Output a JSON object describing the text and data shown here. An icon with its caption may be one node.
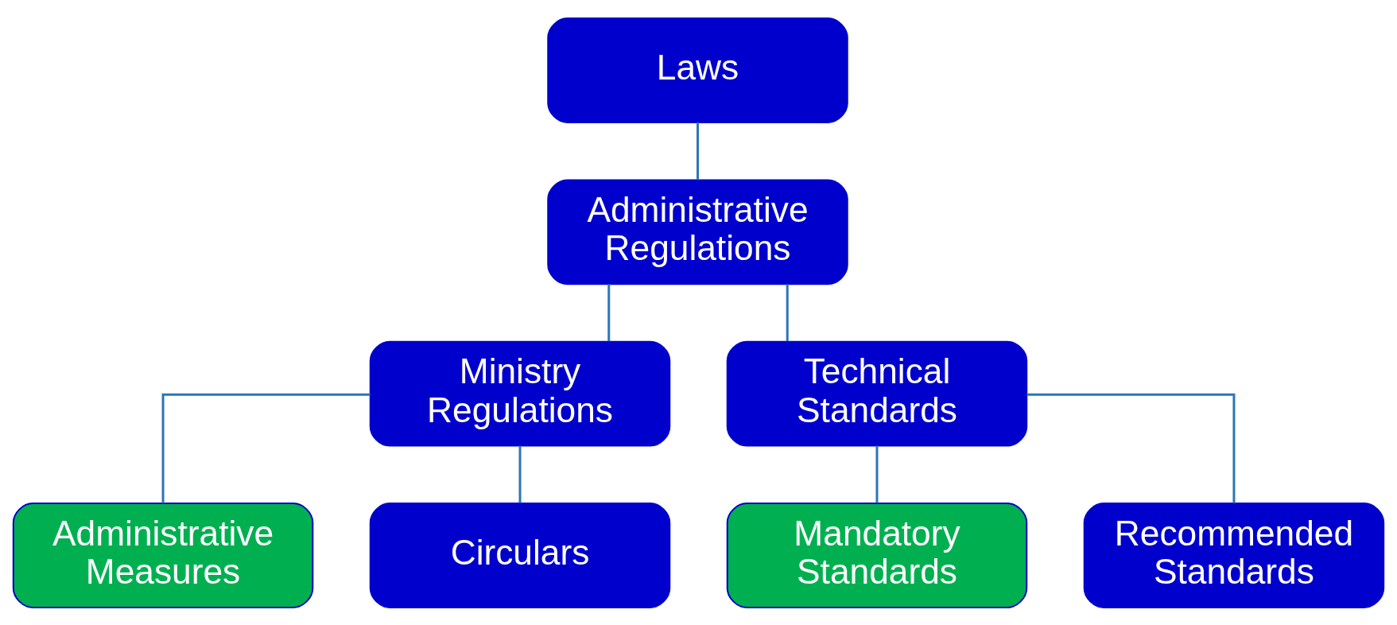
{
  "diagram": {
    "nodes": [
      {
        "text": [
          "Laws"
        ]
      },
      {
        "text": [
          "Administrative Regulations"
        ]
      },
      {
        "text": [
          "Ministry Regulations"
        ]
      },
      {
        "text": [
          "Technical Standards"
        ]
      },
      {
        "text": [
          "Administrative Measures"
        ]
      },
      {
        "text": [
          "Circulars"
        ]
      },
      {
        "text": [
          "Mandatory Standards"
        ]
      },
      {
        "text": [
          "Recommended Standards"
        ]
      }
    ],
    "edges": [
      {
        "from": 0,
        "to": 1,
        "arrow": "none"
      },
      {
        "from": 1,
        "to": 2,
        "arrow": "none"
      },
      {
        "from": 1,
        "to": 3,
        "arrow": "none"
      },
      {
        "from": 2,
        "to": 4,
        "arrow": "none"
      },
      {
        "from": 2,
        "to": 5,
        "arrow": "none"
      },
      {
        "from": 3,
        "to": 6,
        "arrow": "none"
      },
      {
        "from": 3,
        "to": 7,
        "arrow": "none"
      }
    ]
  }
}
